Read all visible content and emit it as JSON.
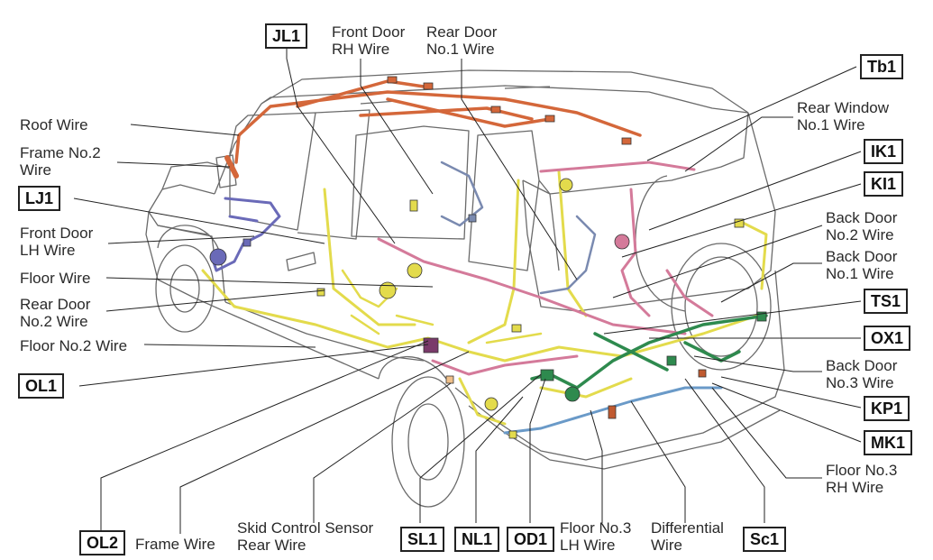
{
  "labels": {
    "front_door_rh": [
      "Front Door",
      "RH Wire"
    ],
    "rear_door_no1": [
      "Rear Door",
      "No.1 Wire"
    ],
    "roof": [
      "Roof Wire"
    ],
    "frame_no2": [
      "Frame No.2",
      "Wire"
    ],
    "front_door_lh": [
      "Front Door",
      "LH Wire"
    ],
    "floor": [
      "Floor Wire"
    ],
    "rear_door_no2": [
      "Rear Door",
      "No.2 Wire"
    ],
    "floor_no2": [
      "Floor No.2 Wire"
    ],
    "rear_window_no1": [
      "Rear Window",
      "No.1 Wire"
    ],
    "back_door_no2": [
      "Back Door",
      "No.2 Wire"
    ],
    "back_door_no1": [
      "Back Door",
      "No.1 Wire"
    ],
    "back_door_no3": [
      "Back Door",
      "No.3 Wire"
    ],
    "floor_no3_rh": [
      "Floor No.3",
      "RH Wire"
    ],
    "frame": [
      "Frame Wire"
    ],
    "skid_control": [
      "Skid Control Sensor",
      "Rear Wire"
    ],
    "floor_no3_lh": [
      "Floor No.3",
      "LH Wire"
    ],
    "differential": [
      "Differential",
      "Wire"
    ]
  },
  "connectors": {
    "jl1": "JL1",
    "lj1": "LJ1",
    "ol1": "OL1",
    "ol2": "OL2",
    "sl1": "SL1",
    "nl1": "NL1",
    "od1": "OD1",
    "sc1": "Sc1",
    "tb1": "Tb1",
    "ik1": "IK1",
    "ki1": "KI1",
    "ts1": "TS1",
    "ox1": "OX1",
    "kp1": "KP1",
    "mk1": "MK1"
  },
  "colors": {
    "roof_wire": "#d4673a",
    "yellow_wire": "#e8e050",
    "pink_wire": "#d47a9a",
    "green_wire": "#2e8a4e",
    "blue_wire": "#6a6ab8",
    "light_blue_wire": "#6a9ac8",
    "body_outline": "#666666"
  }
}
